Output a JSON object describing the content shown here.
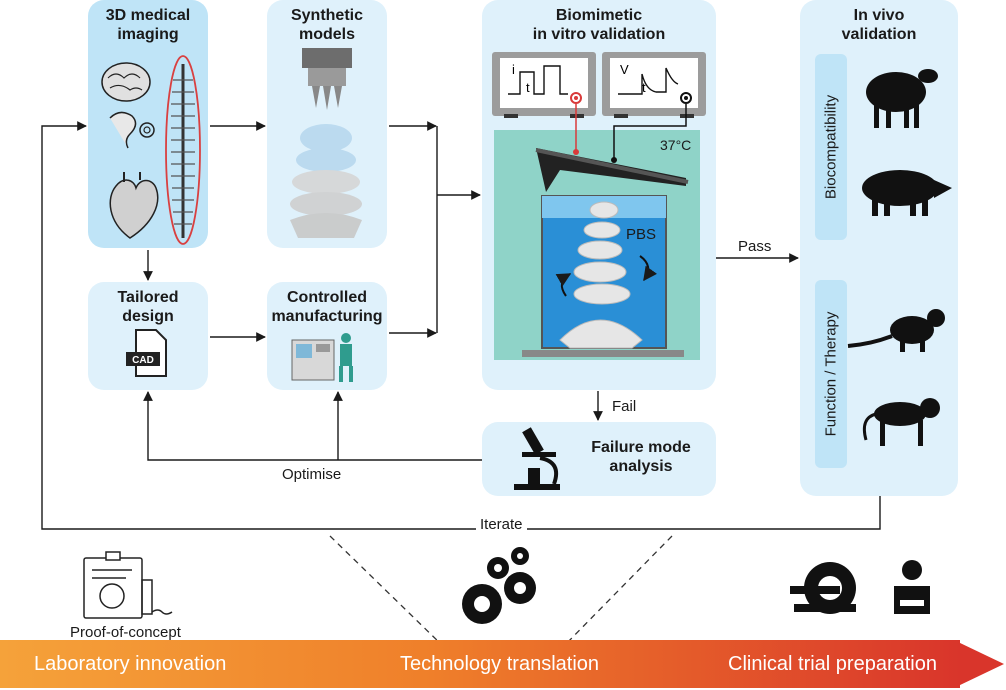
{
  "stages": {
    "imaging": "3D medical\nimaging",
    "synthetic": "Synthetic\nmodels",
    "tailored": "Tailored\ndesign",
    "manufacturing": "Controlled\nmanufacturing",
    "invitro": "Biomimetic\nin vitro validation",
    "failure": "Failure mode\nanalysis",
    "invivo": "In vivo\nvalidation"
  },
  "invivo_sections": [
    "Biocompatibility",
    "Function / Therapy"
  ],
  "labels": {
    "pass": "Pass",
    "fail": "Fail",
    "optimise": "Optimise",
    "iterate": "Iterate",
    "temperature": "37°C",
    "pbs": "PBS",
    "cad": "CAD",
    "proof": "Proof-of-concept",
    "scope_current": "i",
    "scope_voltage": "V",
    "scope_time": "t"
  },
  "timeline": [
    "Laboratory innovation",
    "Technology translation",
    "Clinical trial preparation"
  ],
  "colors": {
    "panel": "#dff1fb",
    "panel_dark": "#bfe4f7",
    "tank": "#8fd3c8",
    "fluid": "#2a8fd6",
    "bar_start": "#f5a23a",
    "bar_end": "#d9352b"
  },
  "icons": [
    "brain-icon",
    "ear-icon",
    "heart-icon",
    "spine-icon",
    "printer-nozzle-icon",
    "cad-file-icon",
    "lab-worker-icon",
    "oscilloscope-icon",
    "microscope-icon",
    "sheep-icon",
    "pig-icon",
    "marmoset-icon",
    "monkey-icon",
    "document-icon",
    "gears-icon",
    "mri-scanner-icon",
    "surgeon-icon"
  ]
}
